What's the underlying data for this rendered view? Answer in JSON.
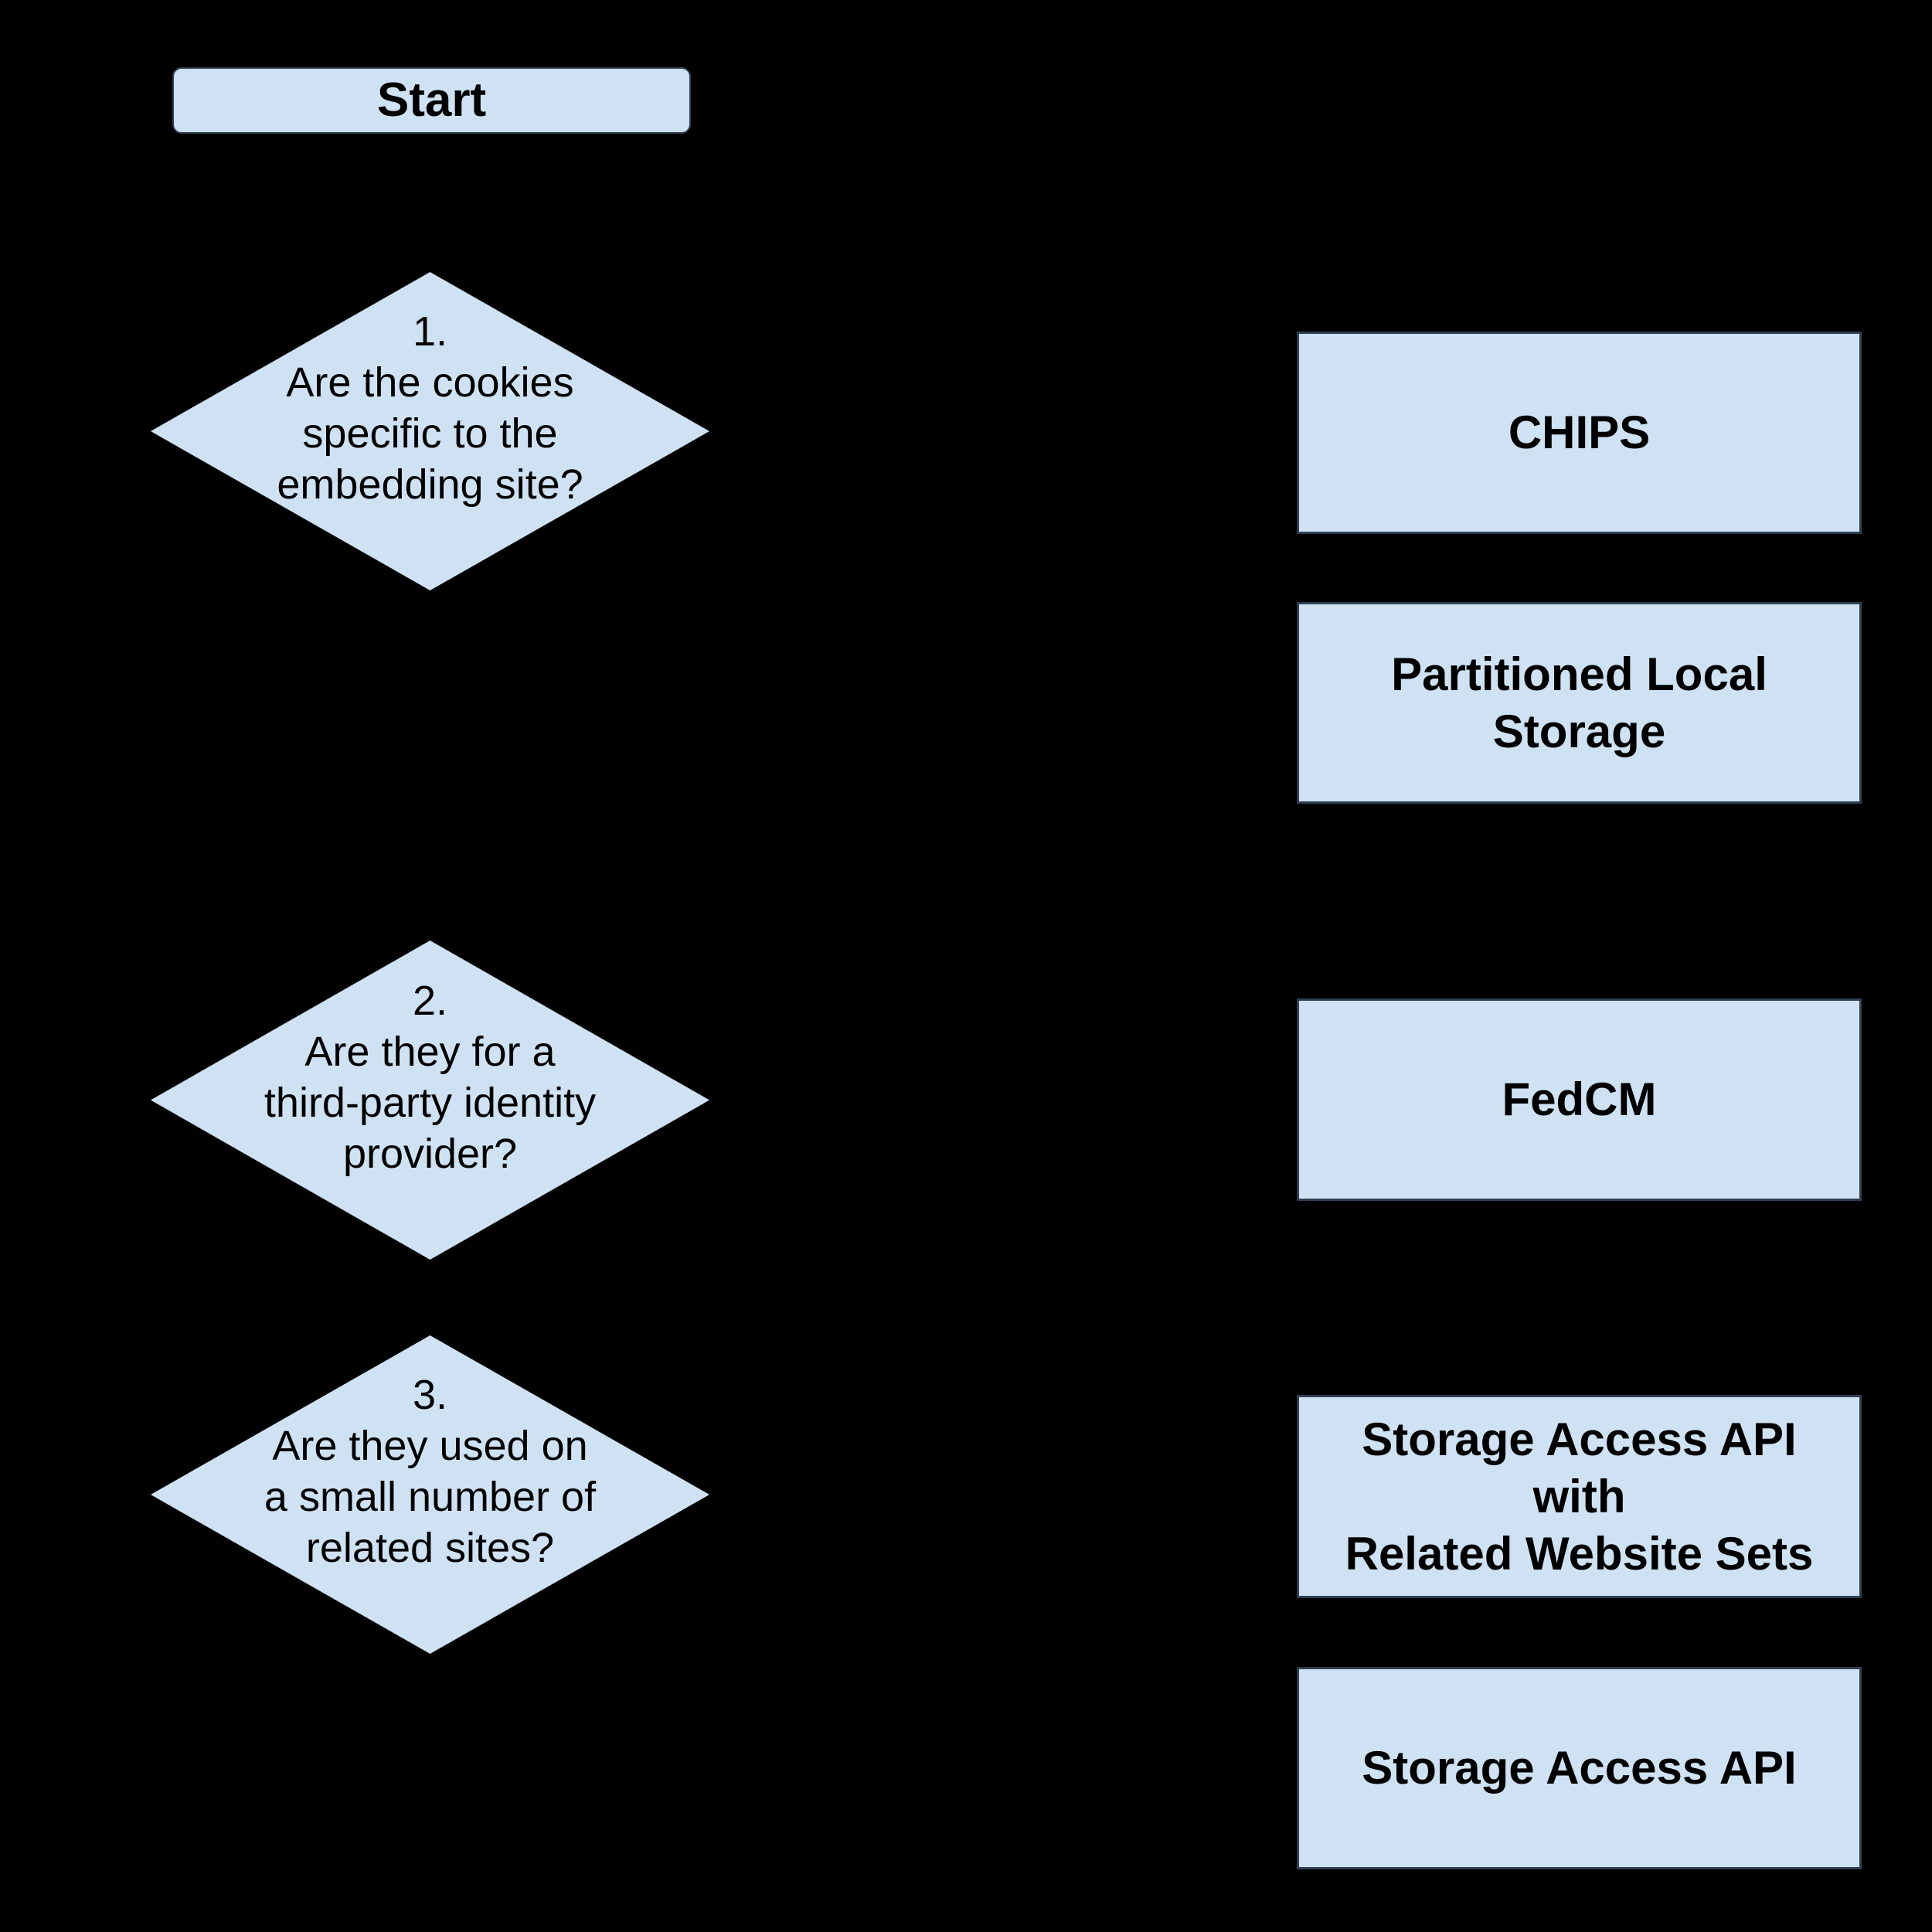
{
  "canvas": {
    "background_color": "#000000",
    "node_fill_color": "#cfe2f3",
    "node_border_color": "#2f3e4e",
    "text_color": "#000000"
  },
  "flowchart": {
    "start": {
      "label": "Start"
    },
    "decisions": [
      {
        "number": "1",
        "label": "1.\nAre the cookies\nspecific to the\nembedding site?"
      },
      {
        "number": "2",
        "label": "2.\nAre they for a\nthird-party identity\nprovider?"
      },
      {
        "number": "3",
        "label": "3.\nAre they used on\na small number of\nrelated sites?"
      }
    ],
    "outcomes": [
      {
        "label": "CHIPS"
      },
      {
        "label": "Partitioned Local\nStorage"
      },
      {
        "label": "FedCM"
      },
      {
        "label": "Storage Access API\nwith\nRelated Website Sets"
      },
      {
        "label": "Storage Access API"
      }
    ]
  }
}
